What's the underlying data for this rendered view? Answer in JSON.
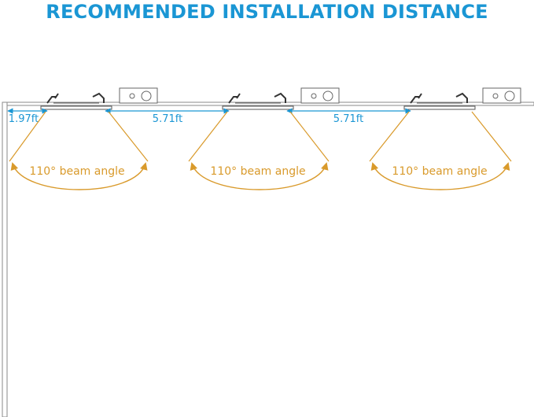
{
  "title": "RECOMMENDED INSTALLATION DISTANCE",
  "colors": {
    "title": "#1a96d4",
    "dimension": "#1a96d4",
    "beam": "#d99a2b",
    "line": "#8a8a8a",
    "fixture": "#555555"
  },
  "distances": {
    "wall_to_first": "1.97ft",
    "between_1_2": "5.71ft",
    "between_2_3": "5.71ft"
  },
  "fixtures": [
    {
      "beam_label": "110° beam angle"
    },
    {
      "beam_label": "110° beam angle"
    },
    {
      "beam_label": "110° beam angle"
    }
  ]
}
